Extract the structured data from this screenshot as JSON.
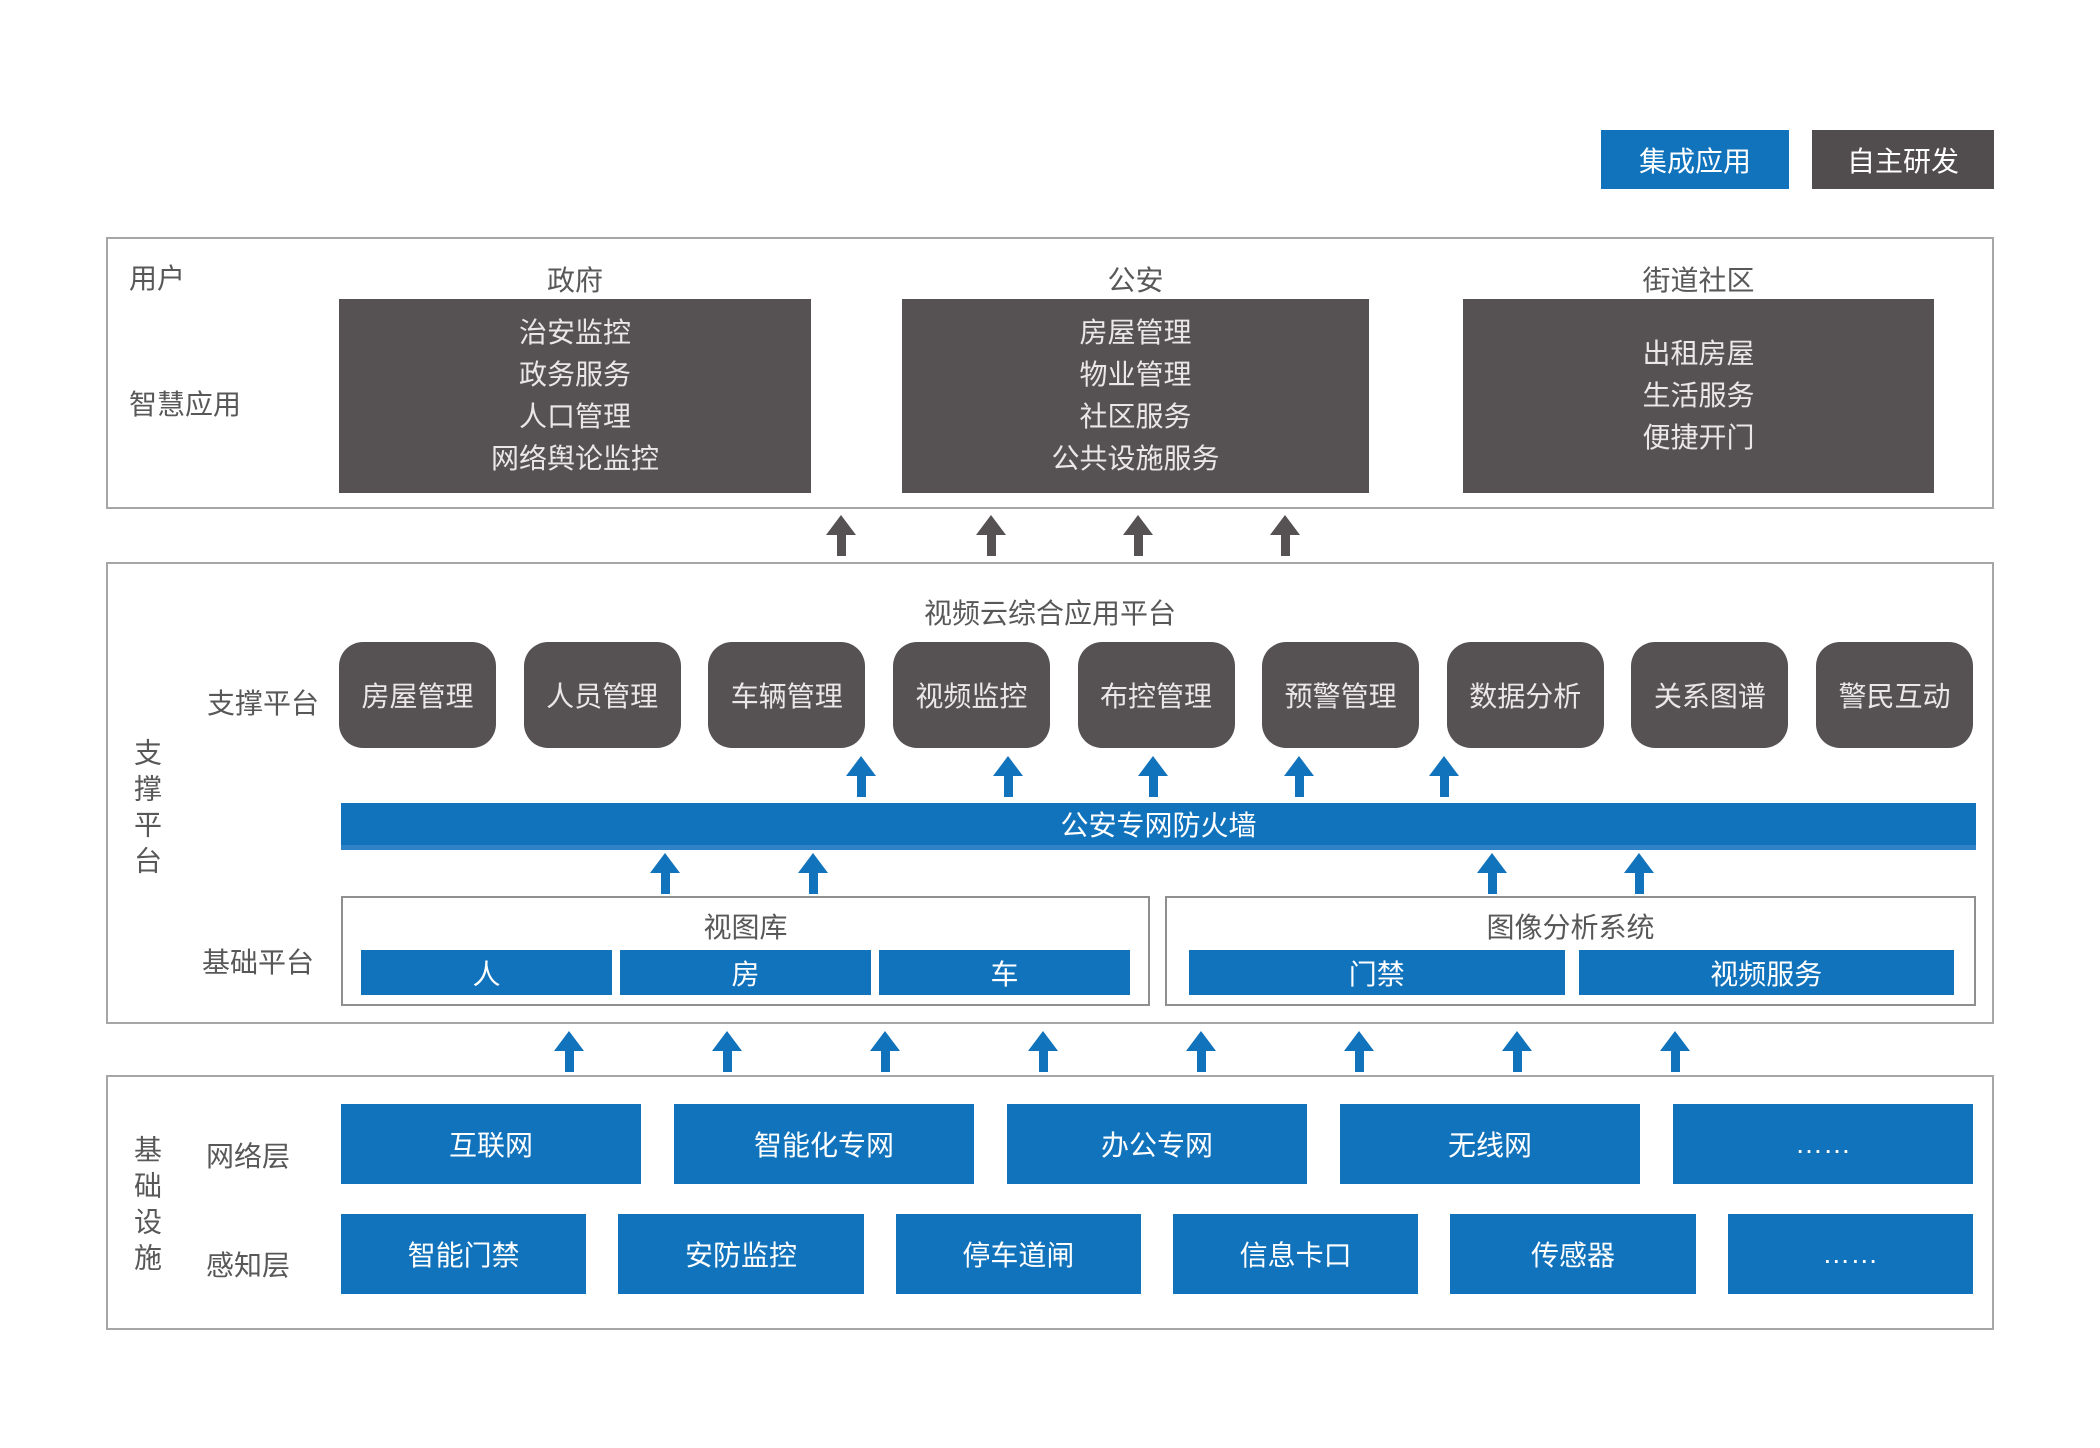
{
  "colors": {
    "primary_blue": "#1173BC",
    "dark_gray": "#565254",
    "section_border": "#A6A6A6"
  },
  "legend": {
    "integrated": "集成应用",
    "self_developed": "自主研发"
  },
  "user_section": {
    "row_label_user": "用户",
    "row_label_apps": "智慧应用",
    "columns": [
      {
        "header": "政府",
        "lines": [
          "治安监控",
          "政务服务",
          "人口管理",
          "网络舆论监控"
        ]
      },
      {
        "header": "公安",
        "lines": [
          "房屋管理",
          "物业管理",
          "社区服务",
          "公共设施服务"
        ]
      },
      {
        "header": "街道社区",
        "lines": [
          "出租房屋",
          "生活服务",
          "便捷开门"
        ]
      }
    ]
  },
  "support_section": {
    "side_label": "支撑平台",
    "title": "视频云综合应用平台",
    "row_label": "支撑平台",
    "modules": [
      "房屋管理",
      "人员管理",
      "车辆管理",
      "视频监控",
      "布控管理",
      "预警管理",
      "数据分析",
      "关系图谱",
      "警民互动"
    ],
    "firewall": "公安专网防火墙",
    "base_label": "基础平台",
    "view_library": {
      "title": "视图库",
      "cells": [
        "人",
        "房",
        "车"
      ]
    },
    "image_analysis": {
      "title": "图像分析系统",
      "cells": [
        "门禁",
        "视频服务"
      ]
    }
  },
  "infra_section": {
    "side_label": "基础设施",
    "network_label": "网络层",
    "network_items": [
      "互联网",
      "智能化专网",
      "办公专网",
      "无线网",
      "……"
    ],
    "perception_label": "感知层",
    "perception_items": [
      "智能门禁",
      "安防监控",
      "停车道闸",
      "信息卡口",
      "传感器",
      "……"
    ]
  }
}
